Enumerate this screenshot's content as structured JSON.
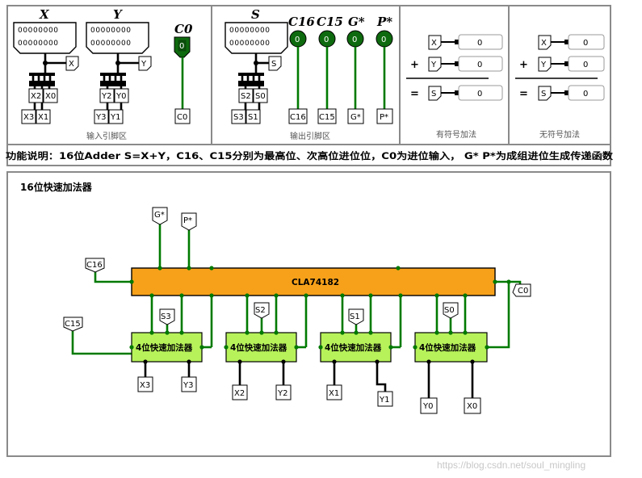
{
  "top_panel": {
    "input_section": {
      "headers": [
        "X",
        "Y",
        "C0"
      ],
      "x_bits": [
        "X3",
        "X1",
        "X2",
        "X0"
      ],
      "y_bits": [
        "Y3",
        "Y1",
        "Y2",
        "Y0"
      ],
      "x_pin": "X",
      "y_pin": "Y",
      "c0_led": "0",
      "c0_pin": "C0",
      "register_value": "00000000",
      "caption": "输入引脚区"
    },
    "output_section": {
      "headers": [
        "S",
        "C16",
        "C15",
        "G*",
        "P*"
      ],
      "s_bits": [
        "S3",
        "S1",
        "S2",
        "S0"
      ],
      "s_pin": "S",
      "led_values": [
        "0",
        "0",
        "0",
        "0"
      ],
      "pins": [
        "C16",
        "C15",
        "G*",
        "P*"
      ],
      "register_value": "00000000",
      "caption": "输出引脚区"
    },
    "signed_adder": {
      "rows": [
        {
          "op": "",
          "name": "X",
          "value": "0"
        },
        {
          "op": "+",
          "name": "Y",
          "value": "0"
        },
        {
          "op": "=",
          "name": "S",
          "value": "0"
        }
      ],
      "caption": "有符号加法"
    },
    "unsigned_adder": {
      "rows": [
        {
          "op": "",
          "name": "X",
          "value": "0"
        },
        {
          "op": "+",
          "name": "Y",
          "value": "0"
        },
        {
          "op": "=",
          "name": "S",
          "value": "0"
        }
      ],
      "caption": "无符号加法"
    }
  },
  "description": "功能说明：16位Adder  S=X+Y，C16、C15分别为最高位、次高位进位位，C0为进位输入，  G* P*为成组进位生成传递函数",
  "circuit": {
    "title": "16位快速加法器",
    "cla_label": "CLA74182",
    "adder_label": "4位快速加法器",
    "pins": {
      "g": "G*",
      "p": "P*",
      "c16": "C16",
      "c15": "C15",
      "c0": "C0",
      "s": [
        "S3",
        "S2",
        "S1",
        "S0"
      ],
      "bottom": [
        "X3",
        "Y3",
        "X2",
        "Y2",
        "X1",
        "Y1",
        "Y0",
        "X0"
      ]
    }
  },
  "watermark": "https://blog.csdn.net/soul_mingling",
  "colors": {
    "wire": "#007a00",
    "cla": "#f7a11a",
    "adder": "#b7f25a",
    "led": "#0e6a0e",
    "frame": "#8a8a8a"
  }
}
